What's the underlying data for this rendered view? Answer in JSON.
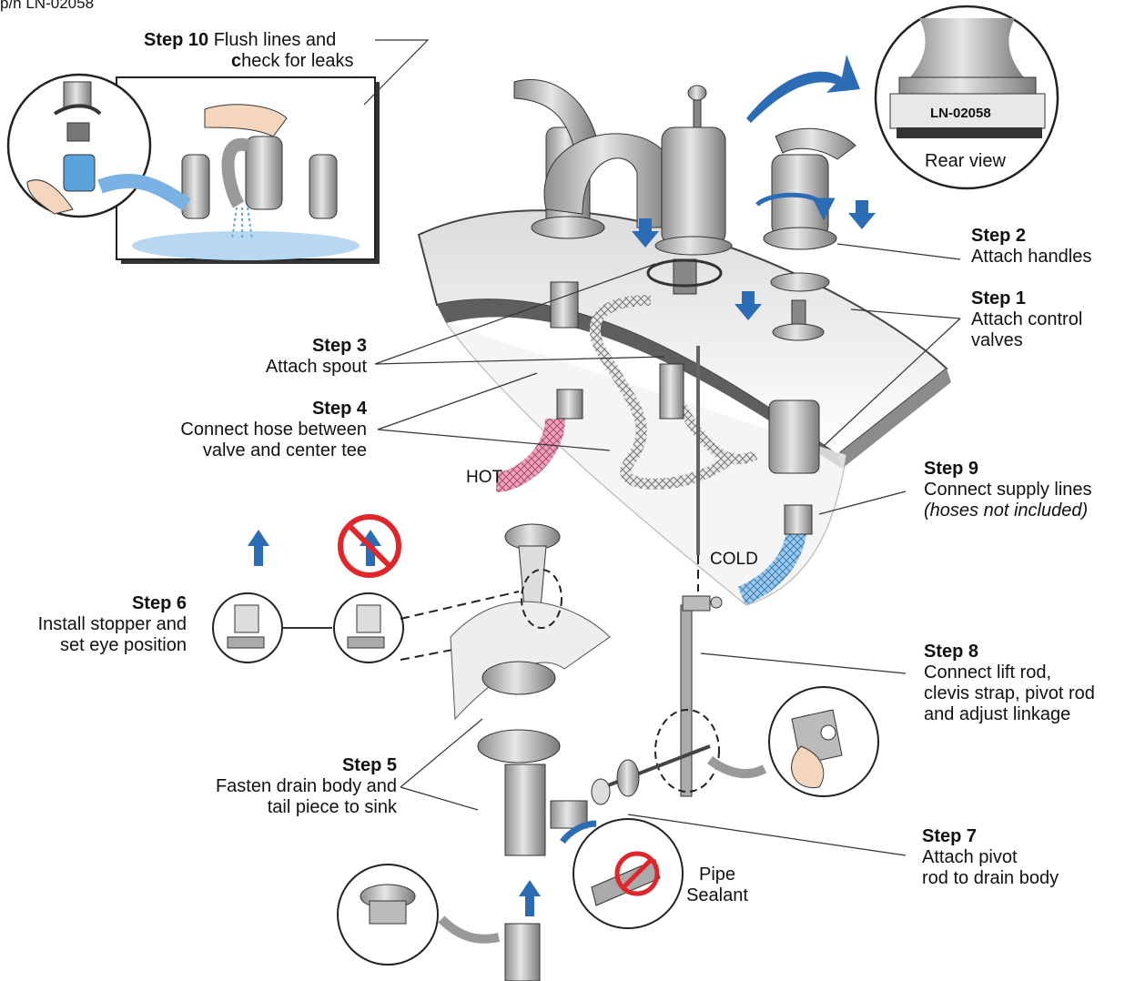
{
  "model": "p/n LN-02058",
  "steps": {
    "s10": {
      "title": "Step 10",
      "line1": "Flush lines and",
      "line2_bold": "c",
      "line2": "heck for leaks"
    },
    "s2": {
      "title": "Step 2",
      "text": "Attach handles"
    },
    "s1": {
      "title": "Step 1",
      "line1": "Attach control",
      "line2": "valves"
    },
    "s3": {
      "title": "Step 3",
      "text": "Attach spout"
    },
    "s4": {
      "title": "Step 4",
      "line1": "Connect hose between",
      "line2": "valve and center tee"
    },
    "s9": {
      "title": "Step 9",
      "line1": "Connect supply lines",
      "line2": "(hoses not included)"
    },
    "s6": {
      "title": "Step 6",
      "line1": "Install stopper and",
      "line2": "set eye position"
    },
    "s8": {
      "title": "Step 8",
      "line1": "Connect lift rod,",
      "line2": "clevis strap, pivot rod",
      "line3": "and adjust linkage"
    },
    "s5": {
      "title": "Step 5",
      "line1": "Fasten drain body and",
      "line2": "tail piece to sink"
    },
    "s7": {
      "title": "Step 7",
      "line1": "Attach pivot",
      "line2": "rod to drain body"
    }
  },
  "callouts": {
    "rear_badge": "LN-02058",
    "rear_view": "Rear view",
    "hot": "HOT",
    "cold": "COLD",
    "pipe_sealant_1": "Pipe",
    "pipe_sealant_2": "Sealant"
  },
  "colors": {
    "arrow_blue": "#2b6cb5",
    "no_red": "#e0262b",
    "hot_hose": "#e38aa6",
    "cold_hose": "#7fb6e0",
    "metal": "#b9b9b9"
  }
}
